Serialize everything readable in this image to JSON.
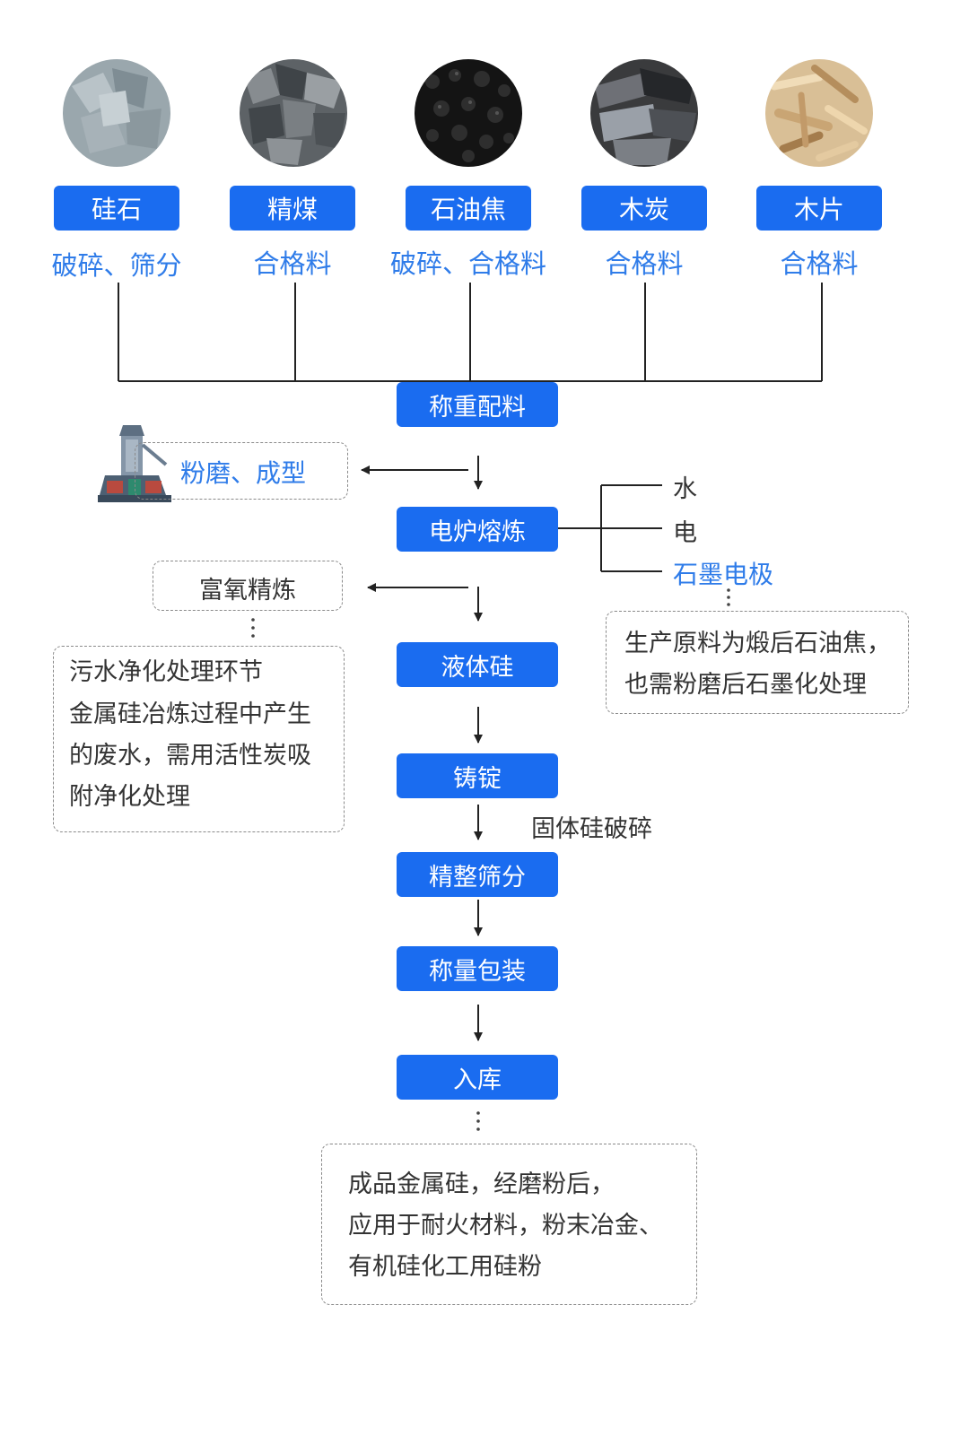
{
  "materials": [
    {
      "name": "硅石",
      "process": "破碎、筛分"
    },
    {
      "name": "精煤",
      "process": "合格料"
    },
    {
      "name": "石油焦",
      "process": "破碎、合格料"
    },
    {
      "name": "木炭",
      "process": "合格料"
    },
    {
      "name": "木片",
      "process": "合格料"
    }
  ],
  "steps": [
    "称重配料",
    "电炉熔炼",
    "液体硅",
    "铸锭",
    "精整筛分",
    "称量包装",
    "入库"
  ],
  "side_labels": {
    "grinding": "粉磨、成型",
    "oxygen_refining": "富氧精炼",
    "furnace_inputs": [
      "水",
      "电",
      "石墨电极"
    ],
    "solid_crushing": "固体硅破碎"
  },
  "notes": {
    "wastewater": [
      "污水净化处理环节",
      "金属硅冶炼过程中产生",
      "的废水，需用活性炭吸",
      "附净化处理"
    ],
    "electrode": [
      "生产原料为煅后石油焦，",
      "也需粉磨后石墨化处理"
    ],
    "product": [
      "成品金属硅，经磨粉后，",
      "应用于耐火材料，粉末冶金、",
      "有机硅化工用硅粉"
    ]
  },
  "colors": {
    "accent": "#1a6cf0",
    "accent_text": "#2f7ce9"
  }
}
